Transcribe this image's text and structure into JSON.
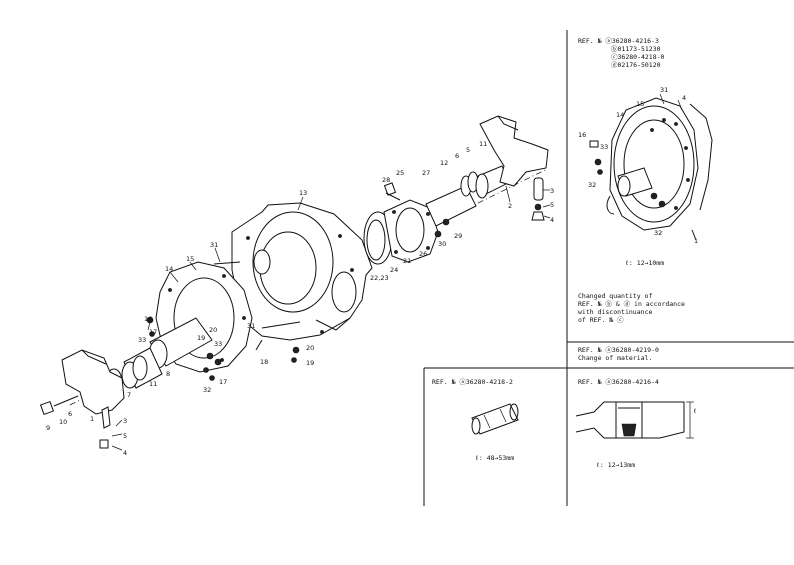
{
  "callouts": {
    "c1": "1",
    "c2": "2",
    "c3": "3",
    "c4": "4",
    "c5": "5",
    "c6": "6",
    "c7": "7",
    "c8": "8",
    "c9": "9",
    "c10": "10",
    "c11": "11",
    "c12": "12",
    "c13": "13",
    "c14": "14",
    "c15": "15",
    "c16": "16",
    "c17": "17",
    "c18": "18",
    "c19": "19",
    "c20": "20",
    "c21": "21",
    "c22_23": "22,23",
    "c24": "24",
    "c25": "25",
    "c26": "26",
    "c27": "27",
    "c28": "28",
    "c29": "29",
    "c30": "30",
    "c31": "31",
    "c32": "32",
    "c33": "33"
  },
  "notes": {
    "ref_top_1": "REF. № ⓐ36280-4216-3",
    "ref_top_2": "ⓑ01173-51230",
    "ref_top_3": "ⓒ36280-4218-0",
    "ref_top_4": "ⓓ02176-50120",
    "dim_top": "ℓ: 12→10mm",
    "changed_1": "Changed quantity of",
    "changed_2": "REF. № ⓑ & ⓓ in accordance",
    "changed_3": "with discontinuance",
    "changed_4": "of REF. № ⓒ",
    "ref_mid_1": "REF. № ⓐ36280-4219-0",
    "ref_mid_2": "Change of material.",
    "ref_box_left": "REF. № ⓐ36280-4218-2",
    "dim_box_left": "ℓ: 48→53mm",
    "ref_box_right": "REF. № ⓐ36280-4216-4",
    "dim_box_right": "ℓ: 12→13mm",
    "ell": "ℓ"
  }
}
